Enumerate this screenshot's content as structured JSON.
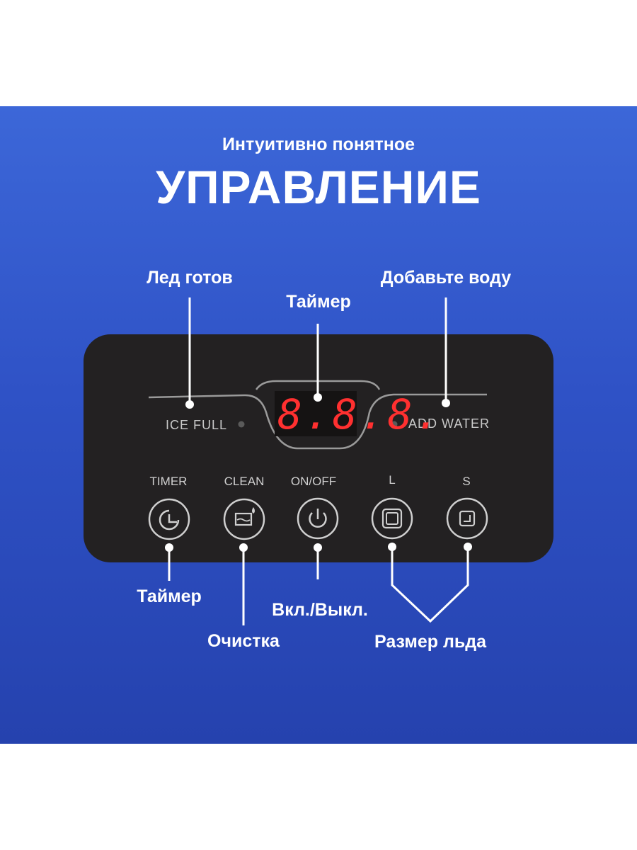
{
  "header": {
    "subtitle": "Интуитивно понятное",
    "title": "УПРАВЛЕНИЕ"
  },
  "callouts": {
    "ice_ready": "Лед готов",
    "timer_display": "Таймер",
    "add_water": "Добавьте воду",
    "timer_button": "Таймер",
    "power_button": "Вкл./Выкл.",
    "cleaning": "Очистка",
    "ice_size": "Размер льда"
  },
  "panel": {
    "ice_full_label": "ICE FULL",
    "add_water_label": "ADD WATER",
    "display_value": "8.8.8.",
    "buttons": [
      {
        "label": "TIMER",
        "icon": "timer-icon"
      },
      {
        "label": "CLEAN",
        "icon": "clean-icon"
      },
      {
        "label": "ON/OFF",
        "icon": "power-icon"
      },
      {
        "label": "L",
        "icon": "large-ice-icon"
      },
      {
        "label": "S",
        "icon": "small-ice-icon"
      }
    ]
  },
  "colors": {
    "banner_top": "#3c67d8",
    "banner_bottom": "#2542ae",
    "panel": "#232122",
    "display_digits": "#ff3030",
    "text": "#ffffff"
  }
}
